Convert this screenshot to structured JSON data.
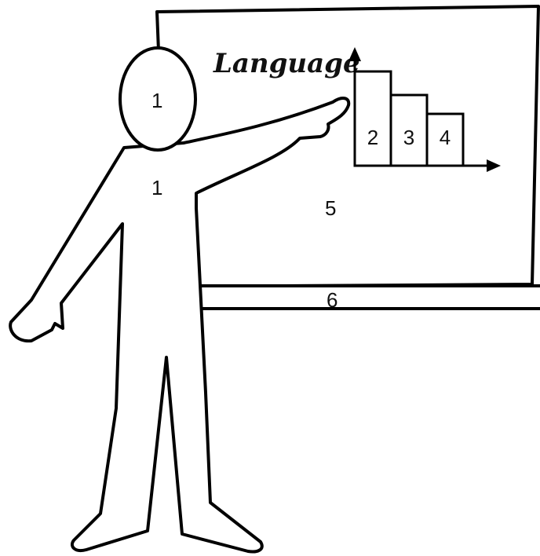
{
  "board": {
    "title": "Language",
    "area_label": "5",
    "ledge_label": "6"
  },
  "person": {
    "head_label": "1",
    "body_label": "1"
  },
  "bars": [
    {
      "label": "2",
      "value": 4
    },
    {
      "label": "3",
      "value": 3
    },
    {
      "label": "4",
      "value": 2.2
    }
  ]
}
